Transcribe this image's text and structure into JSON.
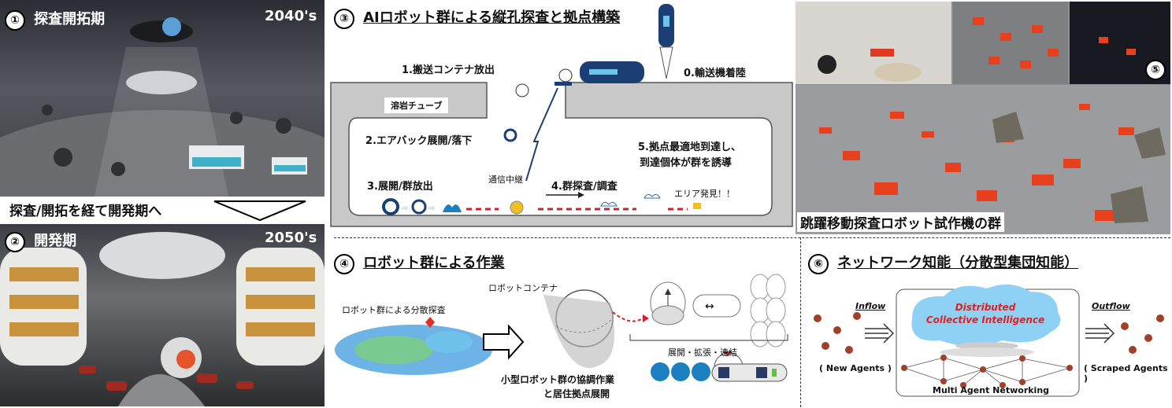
{
  "panel1": {
    "num": "①",
    "title": "探査開拓期",
    "year": "2040's"
  },
  "transition": "探査/開拓を経て開発期へ",
  "panel2": {
    "num": "②",
    "title": "開発期",
    "year": "2050's"
  },
  "panel3": {
    "num": "③",
    "title": "AIロボット群による縦孔探査と拠点構築",
    "tube_label": "溶岩チューブ",
    "step0": "0.輸送機着陸",
    "step1": "1.搬送コンテナ放出",
    "step2": "2.エアバック展開/落下",
    "step3": "3.展開/群放出",
    "relay": "通信中継",
    "step4": "4.群探査/調査",
    "step5a": "5.拠点最適地到達し、",
    "step5b": "到達個体が群を誘導",
    "area": "エリア発見！！"
  },
  "panel4": {
    "num": "④",
    "title": "ロボット群による作業",
    "dist_label": "ロボット群による分散探査",
    "container_label": "ロボットコンテナ",
    "expand_label": "展開・拡張・連結",
    "coop_a": "小型ロボット群の協調作業",
    "coop_b": "と居住拠点展開"
  },
  "panel5": {
    "num": "⑤",
    "caption": "跳躍移動探査ロボット試作機の群"
  },
  "panel6": {
    "num": "⑥",
    "title": "ネットワーク知能（分散型集団知能）",
    "inflow": "Inflow",
    "outflow": "Outflow",
    "cloud_a": "Distributed",
    "cloud_b": "Collective Intelligence",
    "new_agents": "( New Agents )",
    "scraped": "( Scraped Agents )",
    "network": "Multi Agent Networking"
  },
  "colors": {
    "accent_red": "#e02020",
    "tube_gray": "#c8c8c8",
    "cloud_blue": "#8fd0f5",
    "node_yellow": "#f0c020"
  }
}
